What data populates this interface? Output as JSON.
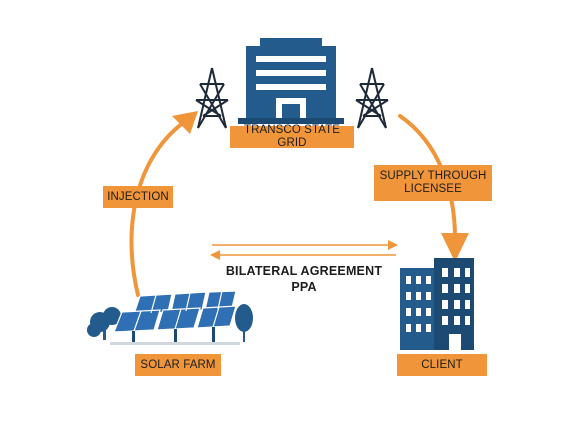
{
  "nodes": {
    "grid": "TRANSCO STATE GRID",
    "supply": "SUPPLY THROUGH\nLICENSEE",
    "injection": "INJECTION",
    "solar_farm": "SOLAR FARM",
    "client": "CLIENT"
  },
  "agreement": {
    "line1": "BILATERAL AGREEMENT",
    "line2": "PPA"
  },
  "colors": {
    "accent": "#f0953a",
    "building": "#235c8c",
    "panel": "#2f6fb3",
    "text": "#1d1d1d"
  },
  "icons": [
    "transmission-tower-icon",
    "grid-building-icon",
    "solar-panel-icon",
    "tree-icon",
    "client-building-icon"
  ]
}
